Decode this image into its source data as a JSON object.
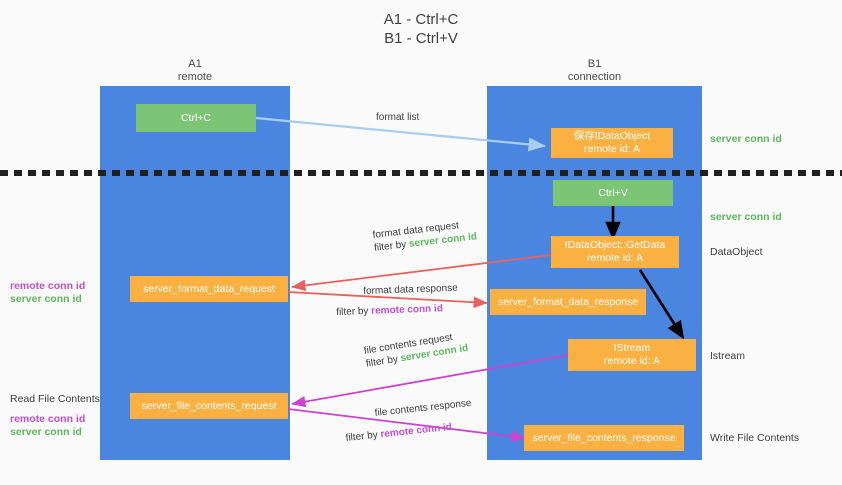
{
  "title": {
    "line1": "A1 - Ctrl+C",
    "line2": "B1 - Ctrl+V"
  },
  "lanes": [
    {
      "name": "A1",
      "sub": "remote"
    },
    {
      "name": "B1",
      "sub": "connection"
    }
  ],
  "nodes": {
    "ctrl_c": {
      "l1": "Ctrl+C",
      "l2": ""
    },
    "save_idataobject": {
      "l1": "保存IDataObject",
      "l2": "remote id: A"
    },
    "ctrl_v": {
      "l1": "Ctrl+V",
      "l2": ""
    },
    "getdata": {
      "l1": "IDataObject::GetData",
      "l2": "remote id: A"
    },
    "istream": {
      "l1": "IStream",
      "l2": "remote id: A"
    },
    "format_data_request": {
      "l1": "server_format_data_request",
      "l2": ""
    },
    "format_data_response": {
      "l1": "server_format_data_response",
      "l2": ""
    },
    "file_contents_request": {
      "l1": "server_file_contents_request",
      "l2": ""
    },
    "file_contents_response": {
      "l1": "server_file_contents_response",
      "l2": ""
    }
  },
  "right_annotations": [
    {
      "text": "server conn id",
      "style": "green"
    },
    {
      "text": "server conn id",
      "style": "green"
    },
    {
      "text": "DataObject",
      "style": "plain"
    },
    {
      "text": "Istream",
      "style": "plain"
    },
    {
      "text": "Write File Contents",
      "style": "plain"
    }
  ],
  "left_annotations": [
    {
      "text": "remote conn id",
      "style": "purple"
    },
    {
      "text": "server conn id",
      "style": "green"
    },
    {
      "text": "Read File Contents",
      "style": "plain"
    },
    {
      "text": "remote conn id",
      "style": "purple"
    },
    {
      "text": "server conn id",
      "style": "green"
    }
  ],
  "edge_labels": {
    "format_list": "format list",
    "fdr_line1": "format data request",
    "fdr_filter_prefix": "filter by ",
    "fdr_filter_key": "server conn id",
    "fdresp_line1": "format data response",
    "fdresp_filter_prefix": "filter by ",
    "fdresp_filter_key": "remote conn id",
    "fcr_line1": "file contents request",
    "fcr_filter_prefix": "filter by ",
    "fcr_filter_key": "server conn id",
    "fcresp_line1": "file contents response",
    "fcresp_filter_prefix": "filter by ",
    "fcresp_filter_key": "remote conn id"
  },
  "colors": {
    "lane": "#4a86e0",
    "orange": "#fbb042",
    "green_box": "#7cc576",
    "green_text": "#5cb85c",
    "purple_text": "#c04fd0",
    "red_arrow": "#e8615a",
    "magenta_arrow": "#cc43cc",
    "lightblue_arrow": "#a8cdf0",
    "black_arrow": "#000000"
  }
}
